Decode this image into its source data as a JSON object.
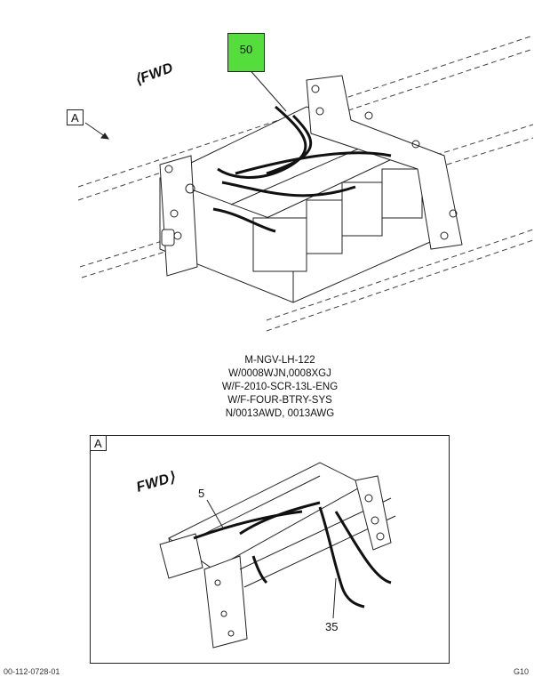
{
  "top_view": {
    "callout_number": "50",
    "callout_color": "#55dd3c",
    "view_tag": "A",
    "fwd_label": "FWD"
  },
  "notes": [
    "M-NGV-LH-122",
    "W/0008WJN,0008XGJ",
    "W/F-2010-SCR-13L-ENG",
    "W/F-FOUR-BTRY-SYS",
    "N/0013AWD, 0013AWG"
  ],
  "inset_view": {
    "view_tag": "A",
    "fwd_label": "FWD",
    "callout_5": "5",
    "callout_35": "35"
  },
  "footer": {
    "left_text": "00-112-0728-01",
    "right_text": "G10"
  }
}
